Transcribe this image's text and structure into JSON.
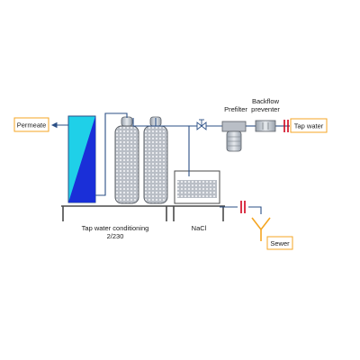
{
  "labels": {
    "permeate": "Permeate",
    "tap_water": "Tap water",
    "prefilter": "Prefilter",
    "backflow_line1": "Backflow",
    "backflow_line2": "preventer",
    "conditioning_line1": "Tap water conditioning",
    "conditioning_line2": "2/230",
    "nacl": "NaCl",
    "sewer": "Sewer"
  },
  "colors": {
    "pipe": "#2b4f86",
    "frame": "#4a4a4a",
    "membrane_cyan": "#1fd0e8",
    "membrane_blue": "#1a2fd8",
    "label_box_border": "#f5a623",
    "valve_red": "#d0021b",
    "sewer_orange": "#f5a623",
    "vessel_fill": "#c7cbd1"
  }
}
